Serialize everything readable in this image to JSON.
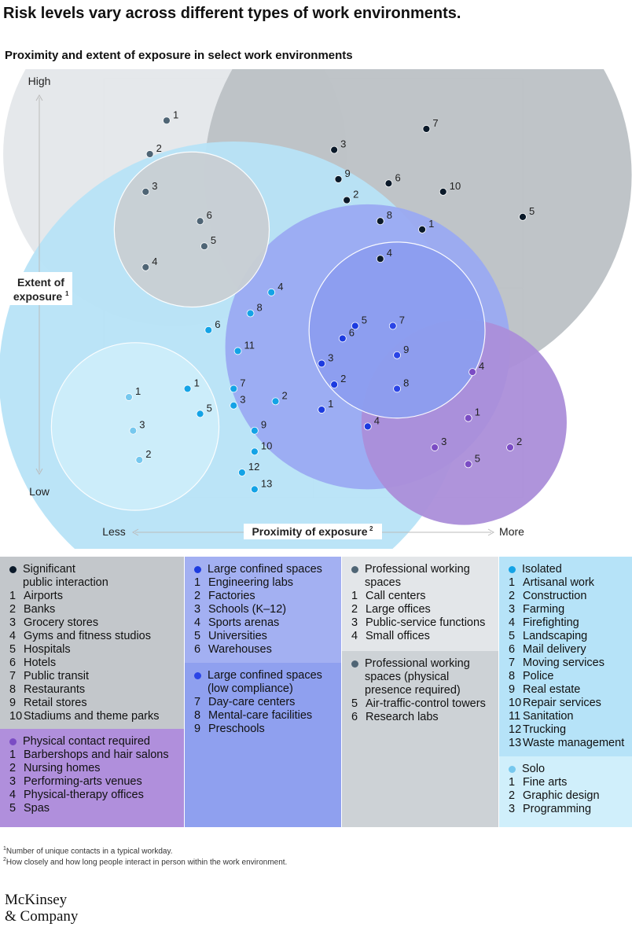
{
  "title": "Risk levels vary across different types of work environments.",
  "subtitle": "Proximity and extent of exposure in select work environments",
  "colors": {
    "public": "#0b1a2a",
    "public_bubble": "#bcc1c5",
    "confined": "#1c3be0",
    "confined_bubble": "#9aaaf2",
    "confined_low": "#2a44e6",
    "confined_low_bubble": "#8d9ef0",
    "professional": "#4f6575",
    "professional_bubble": "#e4e7ea",
    "professional_req": "#4f6575",
    "professional_req_bubble": "#c9cfd4",
    "isolated": "#14a3e6",
    "isolated_bubble": "#b7e3f7",
    "solo": "#76c8ee",
    "solo_bubble": "#cdeefb",
    "physical": "#7b4cc4",
    "physical_bubble": "#ab8ed9"
  },
  "chart_data": {
    "type": "scatter",
    "xlabel": "Proximity of exposure",
    "xlabel_sup": "2",
    "ylabel_line1": "Extent of",
    "ylabel_line2": "exposure",
    "ylabel_sup": "1",
    "x_low": "Less",
    "x_high": "More",
    "y_high": "High",
    "y_low": "Low",
    "xlim": [
      0,
      100
    ],
    "ylim": [
      0,
      100
    ],
    "series": [
      {
        "name": "Significant public interaction",
        "key": "public",
        "bubble": {
          "cx": 75,
          "cy": 77,
          "r": 51
        },
        "points": [
          {
            "label": "1",
            "x": 76,
            "y": 64
          },
          {
            "label": "2",
            "x": 58,
            "y": 71
          },
          {
            "label": "3",
            "x": 55,
            "y": 83
          },
          {
            "label": "4",
            "x": 66,
            "y": 57
          },
          {
            "label": "5",
            "x": 100,
            "y": 67
          },
          {
            "label": "6",
            "x": 68,
            "y": 75
          },
          {
            "label": "7",
            "x": 77,
            "y": 88
          },
          {
            "label": "8",
            "x": 66,
            "y": 66
          },
          {
            "label": "9",
            "x": 56,
            "y": 76
          },
          {
            "label": "10",
            "x": 81,
            "y": 73
          }
        ]
      },
      {
        "name": "Professional working spaces",
        "key": "professional",
        "bubble": {
          "cx": 17,
          "cy": 82,
          "r": 41
        },
        "points": [
          {
            "label": "1",
            "x": 15,
            "y": 90
          },
          {
            "label": "2",
            "x": 11,
            "y": 82
          },
          {
            "label": "3",
            "x": 10,
            "y": 73
          },
          {
            "label": "4",
            "x": 10,
            "y": 55
          }
        ]
      },
      {
        "name": "Professional working spaces (physical presence required)",
        "key": "professional_req",
        "bubble": {
          "cx": 21,
          "cy": 64,
          "r": 18.5
        },
        "points": [
          {
            "label": "6",
            "x": 23,
            "y": 66
          },
          {
            "label": "5",
            "x": 24,
            "y": 60
          }
        ]
      },
      {
        "name": "Isolated",
        "key": "isolated",
        "bubble": {
          "cx": 31,
          "cy": 29,
          "r": 56
        },
        "points": [
          {
            "label": "1",
            "x": 20,
            "y": 26
          },
          {
            "label": "2",
            "x": 41,
            "y": 23
          },
          {
            "label": "3",
            "x": 31,
            "y": 22
          },
          {
            "label": "4",
            "x": 40,
            "y": 49
          },
          {
            "label": "5",
            "x": 23,
            "y": 20
          },
          {
            "label": "6",
            "x": 25,
            "y": 40
          },
          {
            "label": "7",
            "x": 31,
            "y": 26
          },
          {
            "label": "8",
            "x": 35,
            "y": 44
          },
          {
            "label": "9",
            "x": 36,
            "y": 16
          },
          {
            "label": "10",
            "x": 36,
            "y": 11
          },
          {
            "label": "11",
            "x": 32,
            "y": 35
          },
          {
            "label": "12",
            "x": 33,
            "y": 6
          },
          {
            "label": "13",
            "x": 36,
            "y": 2
          }
        ]
      },
      {
        "name": "Solo",
        "key": "solo",
        "bubble": {
          "cx": 7.5,
          "cy": 17,
          "r": 20
        },
        "points": [
          {
            "label": "1",
            "x": 6,
            "y": 24
          },
          {
            "label": "3",
            "x": 7,
            "y": 16
          },
          {
            "label": "2",
            "x": 8.5,
            "y": 9
          }
        ]
      },
      {
        "name": "Large confined spaces",
        "key": "confined",
        "bubble": {
          "cx": 63,
          "cy": 36,
          "r": 34
        },
        "points": [
          {
            "label": "1",
            "x": 52,
            "y": 21
          },
          {
            "label": "2",
            "x": 55,
            "y": 27
          },
          {
            "label": "3",
            "x": 52,
            "y": 32
          },
          {
            "label": "4",
            "x": 63,
            "y": 17
          },
          {
            "label": "5",
            "x": 60,
            "y": 41
          },
          {
            "label": "6",
            "x": 57,
            "y": 38
          }
        ]
      },
      {
        "name": "Large confined spaces (low compliance)",
        "key": "confined_low",
        "bubble": {
          "cx": 70,
          "cy": 40,
          "r": 21
        },
        "points": [
          {
            "label": "7",
            "x": 69,
            "y": 41
          },
          {
            "label": "8",
            "x": 70,
            "y": 26
          },
          {
            "label": "9",
            "x": 70,
            "y": 34
          }
        ]
      },
      {
        "name": "Physical contact required",
        "key": "physical",
        "bubble": {
          "cx": 86,
          "cy": 18,
          "r": 24.5
        },
        "points": [
          {
            "label": "1",
            "x": 87,
            "y": 19
          },
          {
            "label": "2",
            "x": 97,
            "y": 12
          },
          {
            "label": "3",
            "x": 79,
            "y": 12
          },
          {
            "label": "4",
            "x": 88,
            "y": 30
          },
          {
            "label": "5",
            "x": 87,
            "y": 8
          }
        ]
      }
    ]
  },
  "legend": {
    "public": {
      "title_line1": "Significant",
      "title_line2": "public interaction",
      "items": [
        [
          "1",
          "Airports"
        ],
        [
          "2",
          "Banks"
        ],
        [
          "3",
          "Grocery stores"
        ],
        [
          "4",
          "Gyms and fitness studios"
        ],
        [
          "5",
          "Hospitals"
        ],
        [
          "6",
          "Hotels"
        ],
        [
          "7",
          "Public transit"
        ],
        [
          "8",
          "Restaurants"
        ],
        [
          "9",
          "Retail stores"
        ],
        [
          "10",
          "Stadiums and theme parks"
        ]
      ]
    },
    "physical": {
      "title_line1": "Physical contact required",
      "title_line2": "",
      "items": [
        [
          "1",
          "Barbershops and hair salons"
        ],
        [
          "2",
          "Nursing homes"
        ],
        [
          "3",
          "Performing-arts venues"
        ],
        [
          "4",
          "Physical-therapy offices"
        ],
        [
          "5",
          "Spas"
        ]
      ]
    },
    "confined": {
      "title_line1": "Large confined spaces",
      "title_line2": "",
      "items": [
        [
          "1",
          "Engineering labs"
        ],
        [
          "2",
          "Factories"
        ],
        [
          "3",
          "Schools (K–12)"
        ],
        [
          "4",
          "Sports arenas"
        ],
        [
          "5",
          "Universities"
        ],
        [
          "6",
          "Warehouses"
        ]
      ]
    },
    "confined_low": {
      "title_line1": "Large confined spaces",
      "title_line2": "(low compliance)",
      "items": [
        [
          "7",
          "Day-care centers"
        ],
        [
          "8",
          "Mental-care facilities"
        ],
        [
          "9",
          "Preschools"
        ]
      ]
    },
    "professional": {
      "title_line1": "Professional working",
      "title_line2": "spaces",
      "items": [
        [
          "1",
          "Call centers"
        ],
        [
          "2",
          "Large offices"
        ],
        [
          "3",
          "Public-service functions"
        ],
        [
          "4",
          "Small offices"
        ]
      ]
    },
    "professional_req": {
      "title_line1": "Professional working",
      "title_line2": "spaces (physical",
      "title_line3": "presence required)",
      "items": [
        [
          "5",
          "Air-traffic-control towers"
        ],
        [
          "6",
          "Research labs"
        ]
      ]
    },
    "isolated": {
      "title_line1": "Isolated",
      "title_line2": "",
      "items": [
        [
          "1",
          "Artisanal work"
        ],
        [
          "2",
          "Construction"
        ],
        [
          "3",
          "Farming"
        ],
        [
          "4",
          "Firefighting"
        ],
        [
          "5",
          "Landscaping"
        ],
        [
          "6",
          "Mail delivery"
        ],
        [
          "7",
          "Moving services"
        ],
        [
          "8",
          "Police"
        ],
        [
          "9",
          "Real estate"
        ],
        [
          "10",
          "Repair services"
        ],
        [
          "11",
          "Sanitation"
        ],
        [
          "12",
          "Trucking"
        ],
        [
          "13",
          "Waste management"
        ]
      ]
    },
    "solo": {
      "title_line1": "Solo",
      "title_line2": "",
      "items": [
        [
          "1",
          "Fine arts"
        ],
        [
          "2",
          "Graphic design"
        ],
        [
          "3",
          "Programming"
        ]
      ]
    }
  },
  "footnotes": {
    "f1_mark": "1",
    "f1": "Number of unique contacts in a typical workday.",
    "f2_mark": "2",
    "f2": "How closely and how long people interact in person within the work environment."
  },
  "logo": {
    "line1": "McKinsey",
    "line2": "& Company"
  }
}
